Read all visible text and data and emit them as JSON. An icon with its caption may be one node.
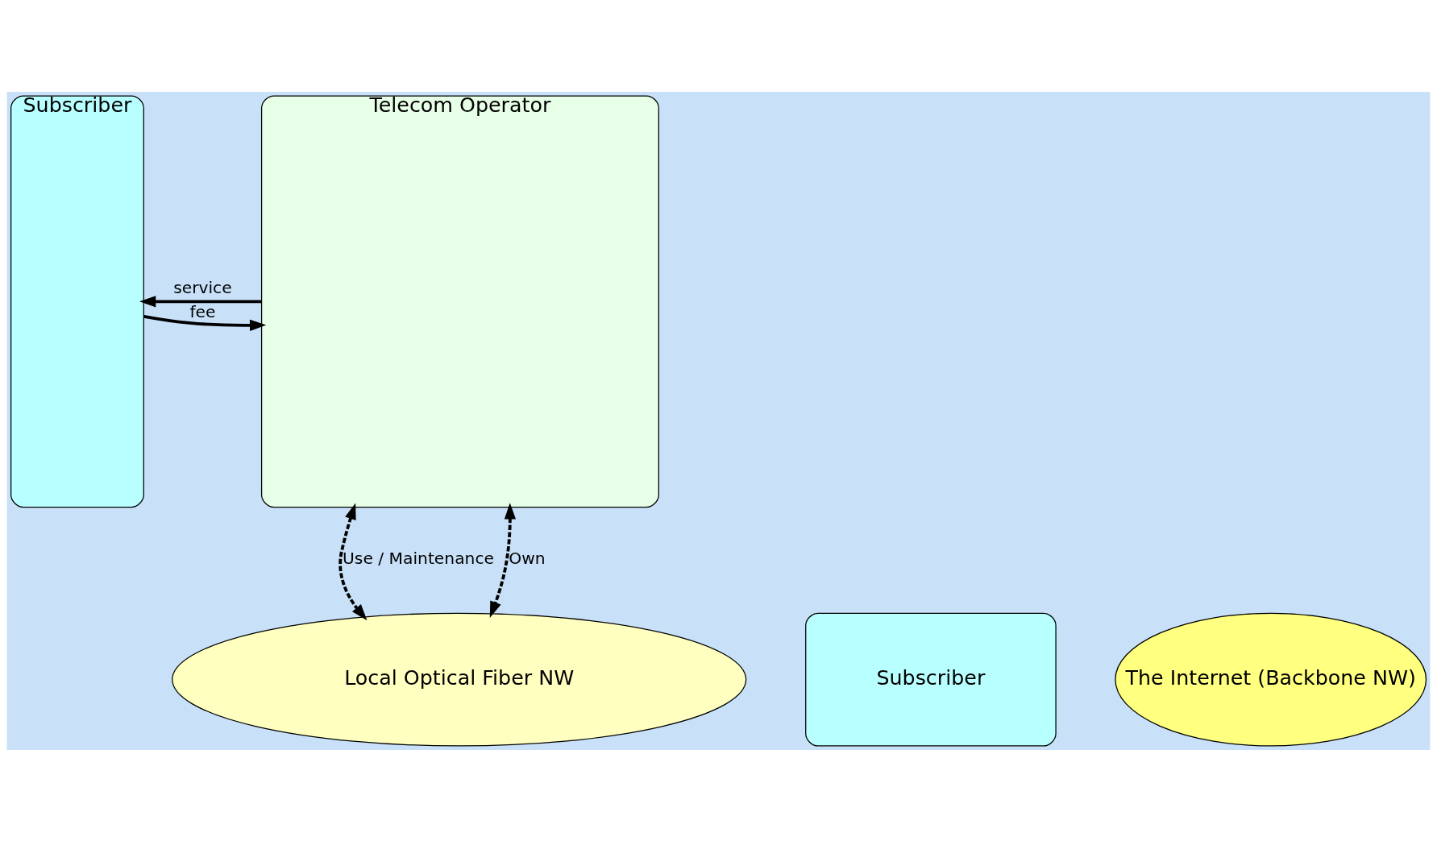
{
  "diagram": {
    "nodes": [
      {
        "text": [
          "Subscriber"
        ]
      },
      {
        "text": [
          "Telecom Operator"
        ]
      },
      {
        "text": [
          "Subscriber"
        ]
      },
      {
        "text": [
          "Local Optical Fiber NW"
        ]
      },
      {
        "text": [
          "The Internet (Backbone NW)"
        ]
      }
    ],
    "edges": [
      {
        "from": 1,
        "to": 0,
        "arrow": "to",
        "label": "service"
      },
      {
        "from": 0,
        "to": 1,
        "arrow": "to",
        "label": "fee"
      },
      {
        "from": 1,
        "to": 3,
        "arrow": "both",
        "label": "Use / Maintenance",
        "style": "dashed"
      },
      {
        "from": 1,
        "to": 3,
        "arrow": "both",
        "label": "Own",
        "style": "dashed"
      }
    ]
  }
}
